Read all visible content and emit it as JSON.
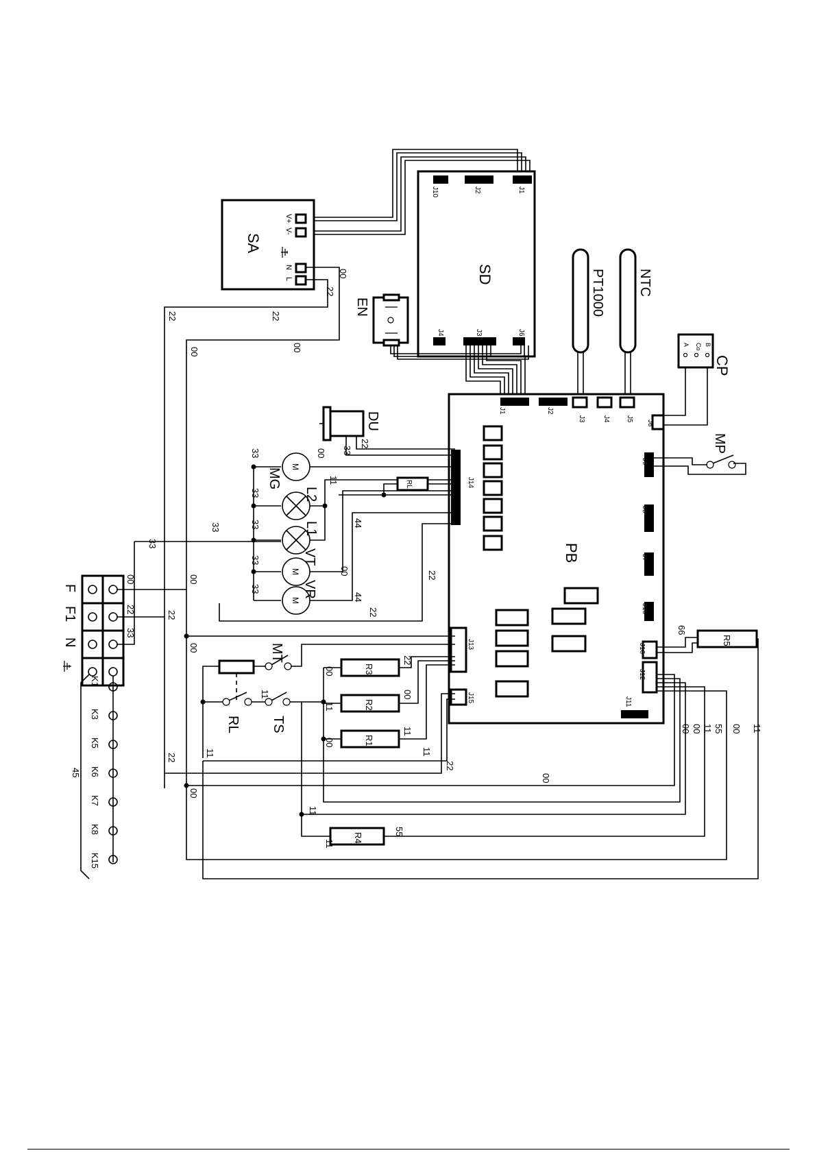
{
  "components": {
    "sa": "SA",
    "sd": "SD",
    "en": "EN",
    "pb": "PB",
    "du": "DU",
    "pt1000": "PT1000",
    "ntc": "NTC",
    "cp": "CP",
    "mp": "MP",
    "mg": "MG",
    "l1": "L1",
    "l2": "L2",
    "vt": "VT",
    "vr": "VR",
    "mt": "MT",
    "ts": "TS",
    "rl": "RL",
    "rl_small": "RL",
    "r1": "R1",
    "r2": "R2",
    "r3": "R3",
    "r4": "R4",
    "r5": "R5",
    "motor_symbol": "M"
  },
  "sa_pins": {
    "vplus": "V+",
    "vminus": "V-",
    "n": "N",
    "l": "L"
  },
  "cp_pins": {
    "b": "B",
    "co": "Co",
    "a": "A"
  },
  "sd_connectors": {
    "j10": "J10",
    "j2": "J2",
    "j1": "J1",
    "j4": "J4",
    "j3": "J3",
    "j6": "J6",
    "pin1": "1"
  },
  "pb_connectors": {
    "j1": "J1",
    "j2": "J2",
    "j3": "J3",
    "j4": "J4",
    "j5": "J5",
    "j6": "J6",
    "j7": "J7",
    "j8": "J8",
    "j9": "J9",
    "j10": "J10",
    "j11": "J11",
    "j12": "J12",
    "j13": "J13",
    "j14": "J14",
    "j15": "J15",
    "j16": "J16",
    "pin1": "1"
  },
  "terminals": {
    "f": "F",
    "f1": "F1",
    "n": "N"
  },
  "k_labels": [
    "K1",
    "K3",
    "K5",
    "K6",
    "K7",
    "K8",
    "K15"
  ],
  "k_group": "45",
  "wires": {
    "w00": "00",
    "w11": "11",
    "w22": "22",
    "w33": "33",
    "w44": "44",
    "w55": "55",
    "w66": "66"
  }
}
